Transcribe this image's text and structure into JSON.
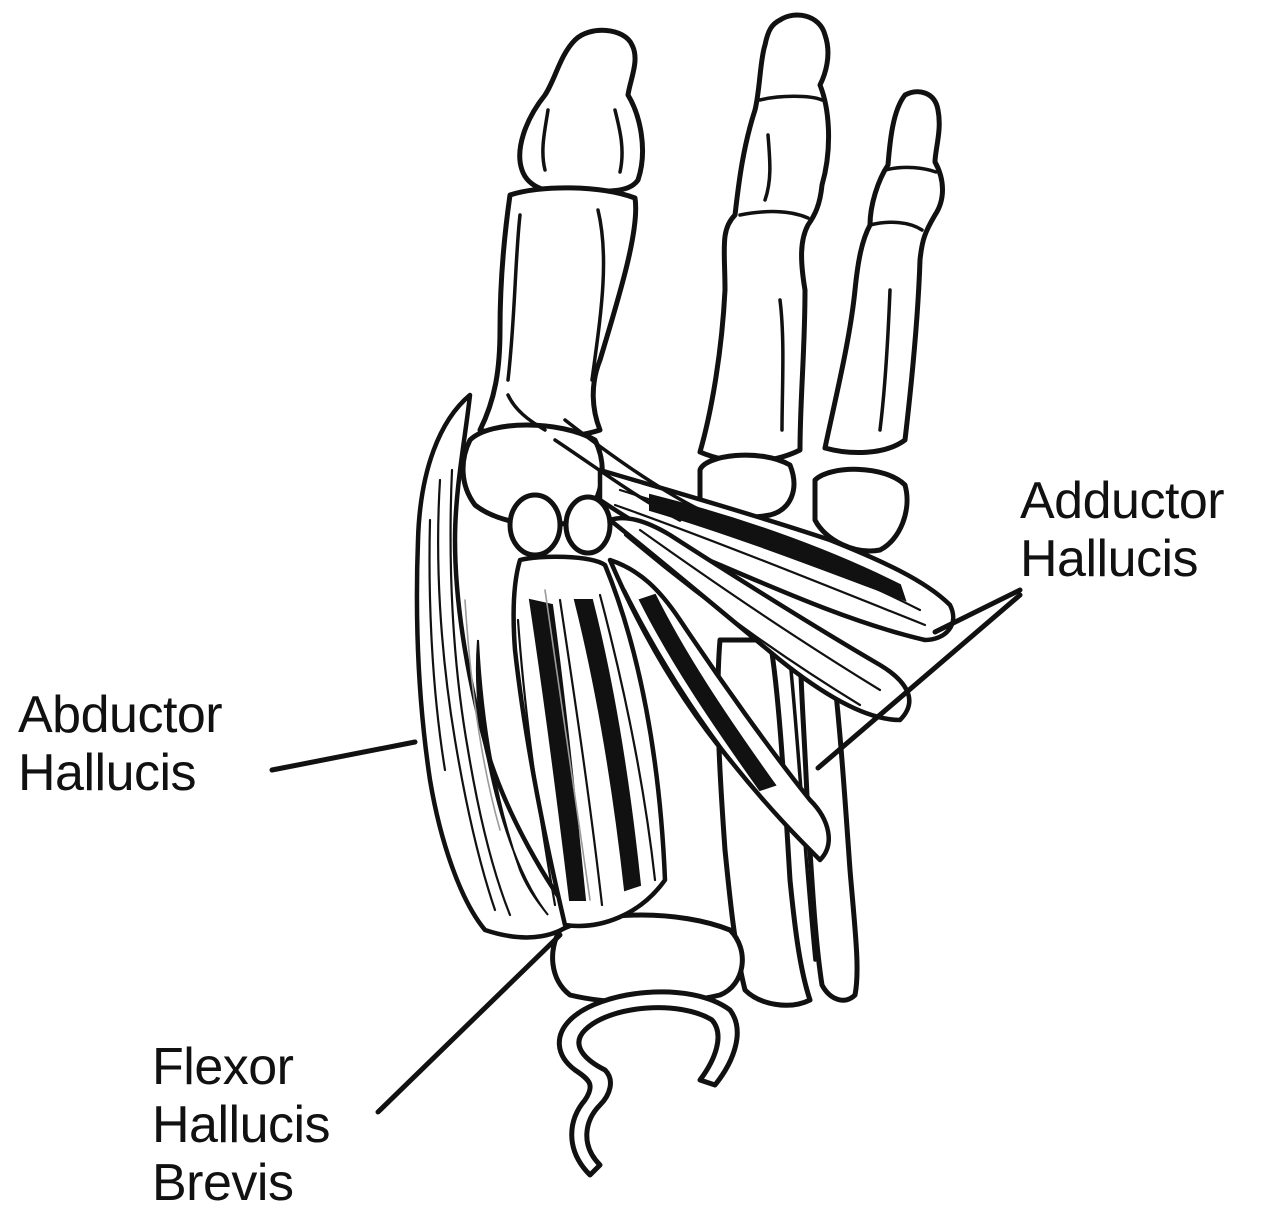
{
  "labels": {
    "adductor": [
      "Adductor",
      "Hallucis"
    ],
    "abductor": [
      "Abductor",
      "Hallucis"
    ],
    "flexor": [
      "Flexor",
      "Hallucis",
      "Brevis"
    ]
  },
  "colors": {
    "ink": "#111111",
    "paper": "#ffffff",
    "shade": "#9a9a9a"
  }
}
